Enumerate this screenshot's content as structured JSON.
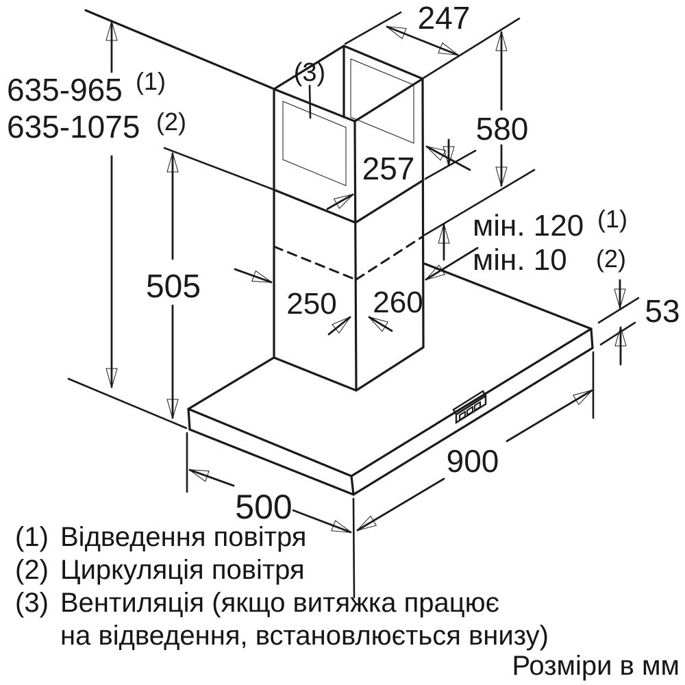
{
  "drawing": {
    "labels": {
      "w247": "247",
      "h580": "580",
      "w257": "257",
      "h505": "505",
      "range1": "635-965",
      "range1_ref": "(1)",
      "range2": "635-1075",
      "range2_ref": "(2)",
      "min120": "мін. 120",
      "min120_ref": "(1)",
      "min10": "мін. 10",
      "min10_ref": "(2)",
      "w250": "250",
      "w260": "260",
      "t53": "53",
      "w900": "900",
      "d500": "500",
      "vent_ref": "(3)"
    }
  },
  "legend": {
    "items": [
      {
        "num": "(1)",
        "text": "Відведення повітря"
      },
      {
        "num": "(2)",
        "text": "Циркуляція повітря"
      },
      {
        "num": "(3)",
        "text": "Вентиляція (якщо витяжка працює"
      },
      {
        "num": "",
        "text": "на відведення, встановлюється внизу)"
      }
    ],
    "units_note": "Розміри в мм"
  },
  "colors": {
    "line": "#1a1a1a",
    "background": "#ffffff"
  }
}
